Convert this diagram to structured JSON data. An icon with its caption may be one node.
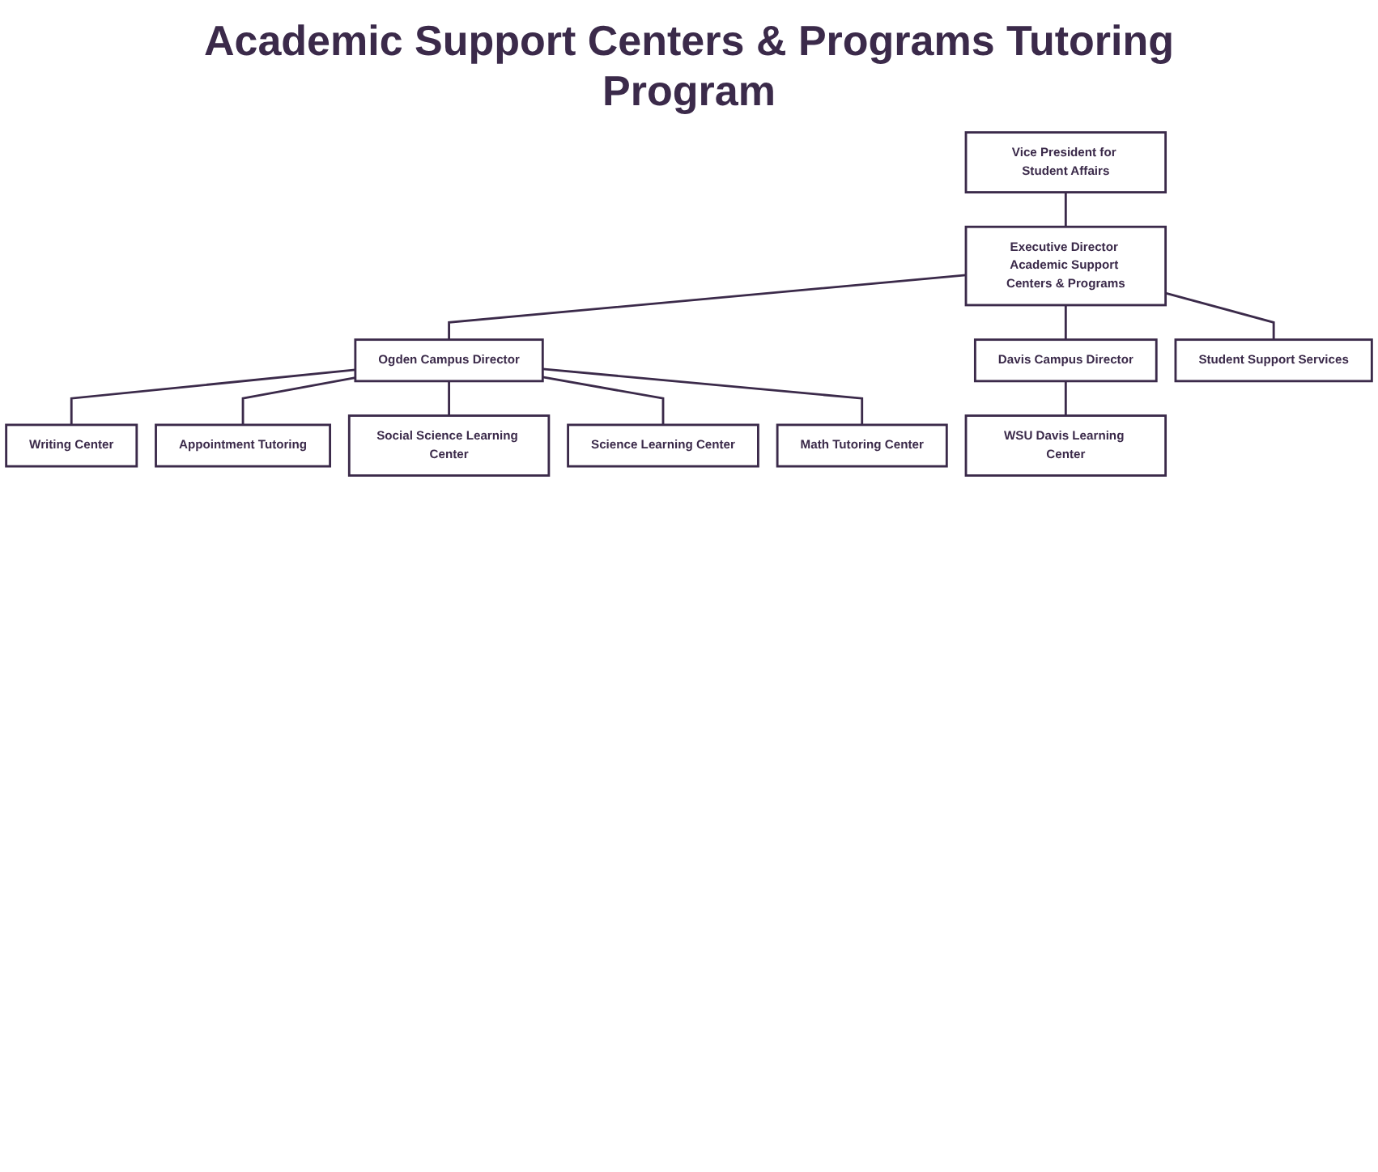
{
  "diagram": {
    "title": "Academic Support Centers & Programs Tutoring Program",
    "nodes": [
      {
        "text": [
          "Vice President for Student Affairs"
        ]
      },
      {
        "text": [
          "Executive Director Academic Support Centers & Programs"
        ]
      },
      {
        "text": [
          "Ogden Campus Director"
        ]
      },
      {
        "text": [
          "Davis Campus Director"
        ]
      },
      {
        "text": [
          "Writing Center"
        ]
      },
      {
        "text": [
          "Student Support Services"
        ]
      },
      {
        "text": [
          "Appointment Tutoring"
        ]
      },
      {
        "text": [
          "Social Science Learning Center"
        ]
      },
      {
        "text": [
          "Science Learning Center"
        ]
      },
      {
        "text": [
          "Math Tutoring Center"
        ]
      },
      {
        "text": [
          "WSU Davis Learning Center"
        ]
      }
    ],
    "edges": [
      {
        "from": 0,
        "to": 1,
        "arrow": "none"
      },
      {
        "from": 1,
        "to": 2,
        "arrow": "none"
      },
      {
        "from": 1,
        "to": 5,
        "arrow": "none"
      },
      {
        "from": 1,
        "to": 3,
        "arrow": "none"
      },
      {
        "from": 2,
        "to": 4,
        "arrow": "none"
      },
      {
        "from": 2,
        "to": 6,
        "arrow": "none"
      },
      {
        "from": 2,
        "to": 7,
        "arrow": "none"
      },
      {
        "from": 2,
        "to": 8,
        "arrow": "none"
      },
      {
        "from": 2,
        "to": 9,
        "arrow": "none"
      },
      {
        "from": 3,
        "to": 10,
        "arrow": "none"
      }
    ]
  }
}
